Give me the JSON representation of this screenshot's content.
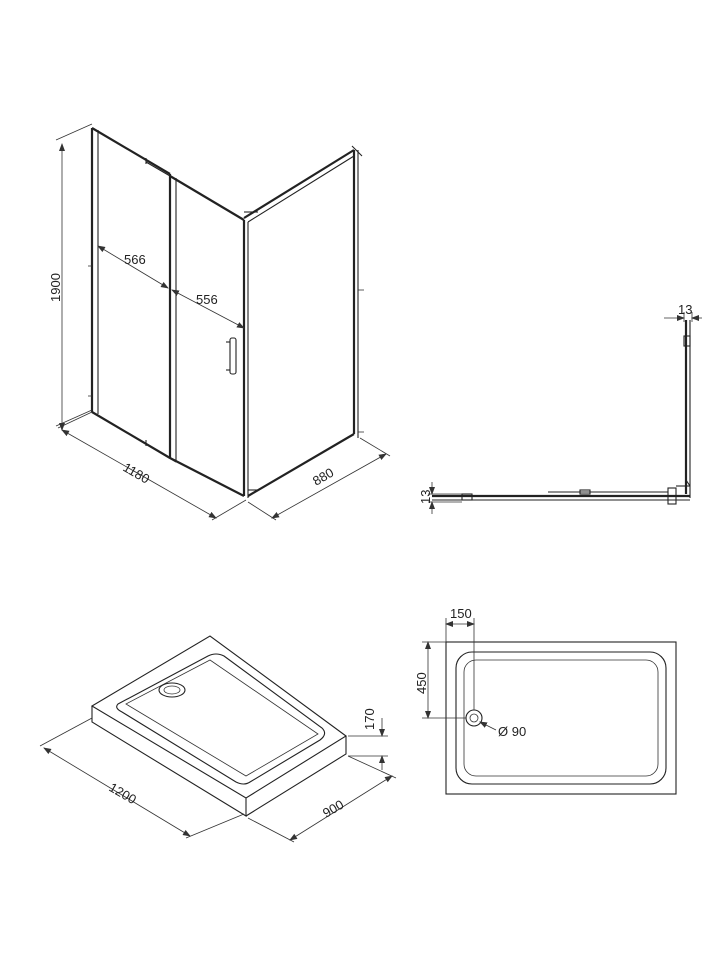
{
  "shower_enclosure": {
    "height": "1900",
    "panel_left_width": "566",
    "panel_right_width": "556",
    "length": "1180",
    "depth": "880"
  },
  "plan_view": {
    "profile_top": "13",
    "profile_left": "13"
  },
  "tray_iso": {
    "length": "1200",
    "depth": "900",
    "height": "170"
  },
  "tray_plan": {
    "drain_offset_x": "150",
    "drain_offset_y": "450",
    "drain_diameter": "Ø 90"
  }
}
